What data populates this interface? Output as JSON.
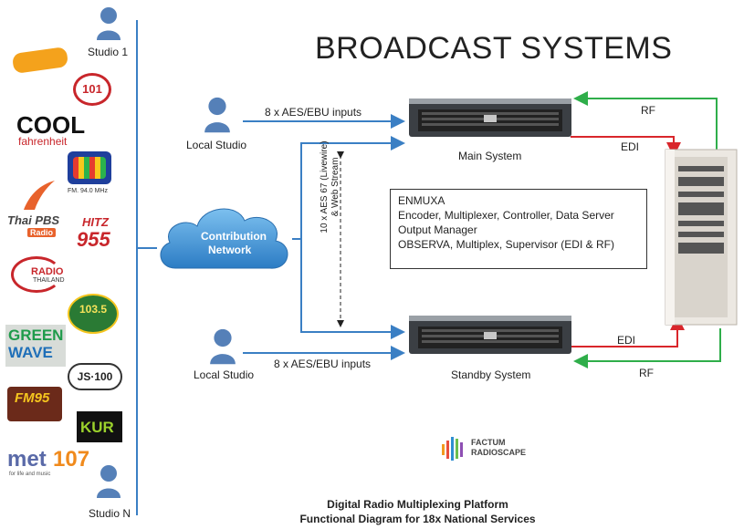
{
  "title": "BROADCAST SYSTEMS",
  "studios": {
    "studio1": "Studio 1",
    "studioN": "Studio N",
    "local_top": "Local Studio",
    "local_bottom": "Local Studio"
  },
  "inputs": {
    "top": "8 x AES/EBU inputs",
    "bottom": "8 x AES/EBU inputs"
  },
  "cloud": {
    "line1": "Contribution",
    "line2": "Network"
  },
  "systems": {
    "main": "Main System",
    "standby": "Standby System"
  },
  "links": {
    "rf_top": "RF",
    "edi_top": "EDI",
    "edi_bottom": "EDI",
    "rf_bottom": "RF",
    "vertical_line1": "10 x AES 67 (Livewire)",
    "vertical_line2": "& Web Stream"
  },
  "info": {
    "line1": "ENMUXA",
    "line2": "Encoder, Multiplexer, Controller, Data Server",
    "line3": "Output Manager",
    "line4": "OBSERVA, Multiplex, Supervisor (EDI & RF)"
  },
  "brand": {
    "line1": "FACTUM",
    "line2": "RADIOSCAPE"
  },
  "footer": {
    "line1": "Digital Radio Multiplexing Platform",
    "line2": "Functional Diagram for 18x National Services"
  },
  "station_logos": {
    "cool1": "COOL",
    "cool2": "fahrenheit",
    "num101": "101",
    "fm94": "FM. 94.0 MHz",
    "thaipbs1": "Thai PBS",
    "thaipbs2": "Radio",
    "hitz1": "HITZ",
    "hitz2": "955",
    "radiothai1": "RADIO",
    "radiothai2": "THAILAND",
    "f1035": "103.5",
    "green1": "GREEN",
    "green2": "WAVE",
    "js100": "JS·100",
    "fm95": "FM95",
    "kur": "KUR",
    "met": "met",
    "met107": "107",
    "met_sub": "for life and music"
  },
  "colors": {
    "line_blue": "#3a7fc4",
    "rf_green": "#2fae4a",
    "edi_red": "#d9262b",
    "person": "#5580b8",
    "cloud": "#3f8fd1"
  }
}
